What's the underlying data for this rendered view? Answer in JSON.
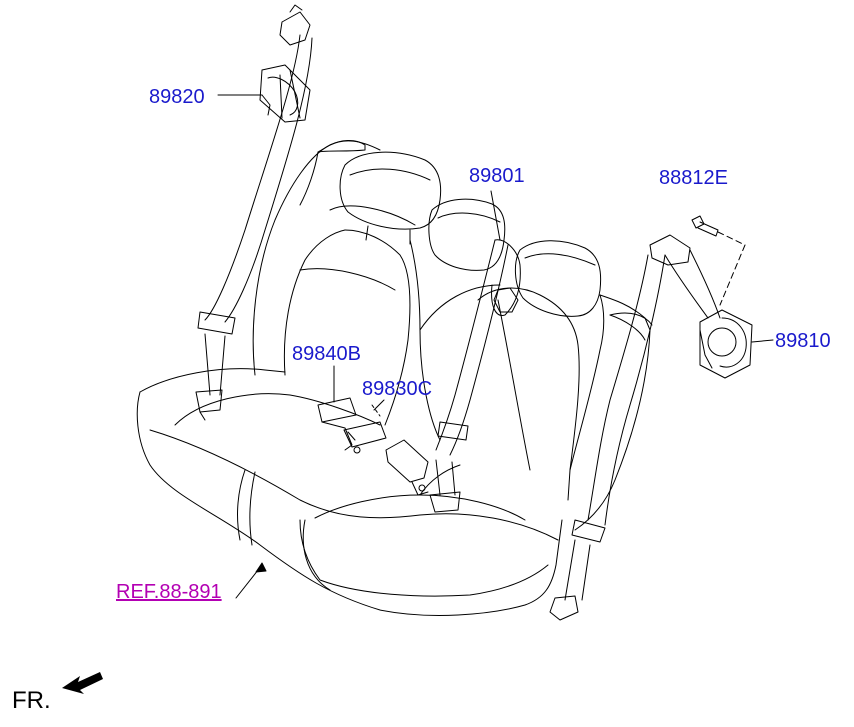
{
  "colors": {
    "part_label": "#1a1acc",
    "ref_label": "#b300b3",
    "line": "#000000"
  },
  "labels": {
    "p89820": "89820",
    "p89801": "89801",
    "p88812E": "88812E",
    "p89840B": "89840B",
    "p89830C": "89830C",
    "p89810": "89810",
    "ref": "REF.88-891",
    "fr": "FR."
  },
  "icons": {
    "front_direction": "arrow-icon"
  }
}
